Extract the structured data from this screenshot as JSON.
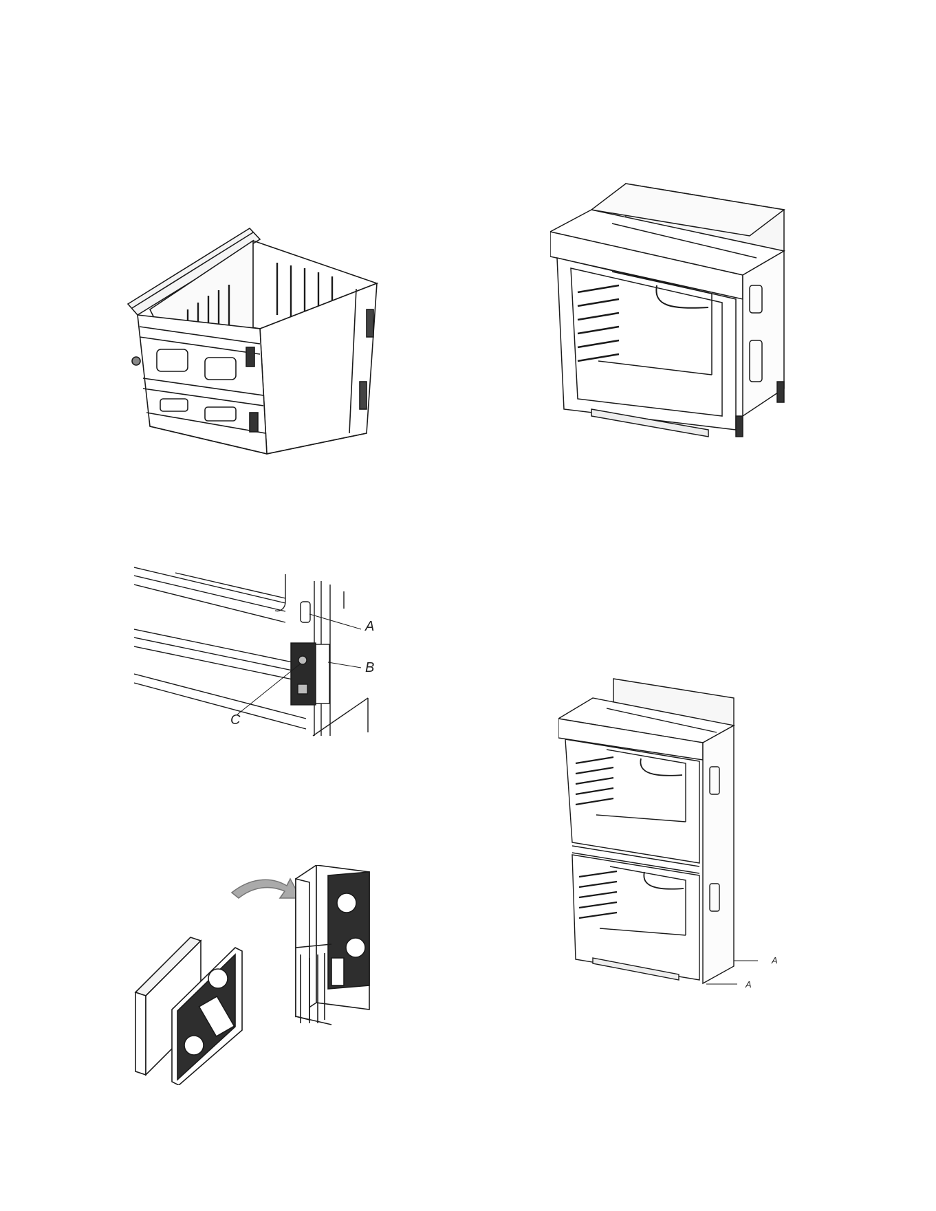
{
  "page": {
    "background": "#ffffff",
    "line_color": "#1a1a1a",
    "figures": [
      {
        "id": "open-oven-cavity",
        "icon": "oven-cavity-drawing"
      },
      {
        "id": "single-wall-oven",
        "icon": "single-oven-drawing"
      },
      {
        "id": "bracket-detail",
        "icon": "bracket-detail-drawing",
        "callouts": {
          "a": "A",
          "b": "B",
          "c": "C"
        }
      },
      {
        "id": "vent-panel-assembly",
        "icon": "vent-panel-drawing"
      },
      {
        "id": "double-wall-oven",
        "icon": "double-oven-drawing",
        "callouts": {
          "a_upper": "A",
          "a_lower": "A"
        }
      }
    ]
  }
}
